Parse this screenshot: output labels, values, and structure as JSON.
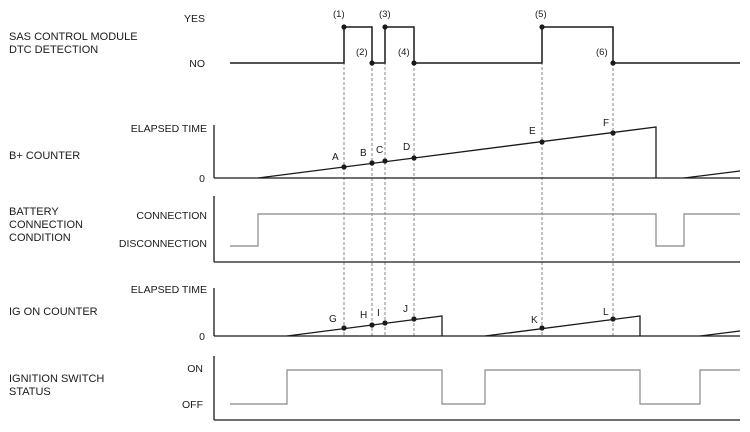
{
  "channels": [
    {
      "id": "dtc",
      "lines": [
        "SAS CONTROL MODULE",
        "DTC DETECTION"
      ]
    },
    {
      "id": "bplus",
      "lines": [
        "B+ COUNTER"
      ]
    },
    {
      "id": "batt",
      "lines": [
        "BATTERY",
        "CONNECTION",
        "CONDITION"
      ]
    },
    {
      "id": "ig",
      "lines": [
        "IG ON COUNTER"
      ]
    },
    {
      "id": "sw",
      "lines": [
        "IGNITION SWITCH",
        "STATUS"
      ]
    }
  ],
  "levels": {
    "dtc": {
      "high": "YES",
      "low": "NO"
    },
    "bplus": {
      "high": "ELAPSED TIME",
      "low": "0"
    },
    "batt": {
      "high": "CONNECTION",
      "low": "DISCONNECTION"
    },
    "ig": {
      "high": "ELAPSED TIME",
      "low": "0"
    },
    "sw": {
      "high": "ON",
      "low": "OFF"
    }
  },
  "events": [
    "(1)",
    "(2)",
    "(3)",
    "(4)",
    "(5)",
    "(6)"
  ],
  "bplus_points": [
    "A",
    "B",
    "C",
    "D",
    "E",
    "F"
  ],
  "ig_points": [
    "G",
    "H",
    "I",
    "J",
    "K",
    "L"
  ]
}
